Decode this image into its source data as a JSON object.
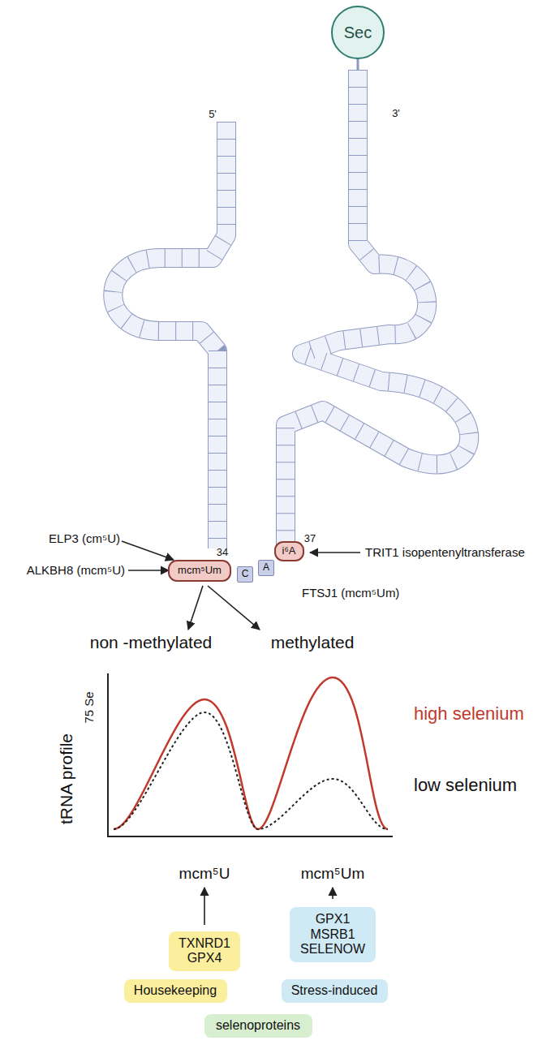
{
  "diagram": {
    "nodes": [
      {
        "text": [
          "Sec"
        ]
      },
      {
        "text": [
          "mcm⁵Um"
        ]
      },
      {
        "text": [
          "C"
        ]
      },
      {
        "text": [
          "A"
        ]
      },
      {
        "text": [
          "i⁶A"
        ]
      },
      {
        "text": [
          "TXNRD1 GPX4"
        ]
      },
      {
        "text": [
          "GPX1 MSRB1 SELENOW"
        ]
      },
      {
        "text": [
          "Housekeeping"
        ]
      },
      {
        "text": [
          "Stress-induced"
        ]
      },
      {
        "text": [
          "selenoproteins"
        ]
      }
    ],
    "labels": [
      "5'",
      "3'",
      "34",
      "37",
      "ELP3 (cm⁵U)",
      "ALKBH8 (mcm⁵U)",
      "TRIT1 isopentenyltransferase",
      "FTSJ1 (mcm⁵Um)",
      "non -methylated",
      "methylated",
      "tRNA profile",
      "75 Se",
      "high selenium",
      "low selenium",
      "mcm⁵U",
      "mcm⁵Um"
    ]
  }
}
